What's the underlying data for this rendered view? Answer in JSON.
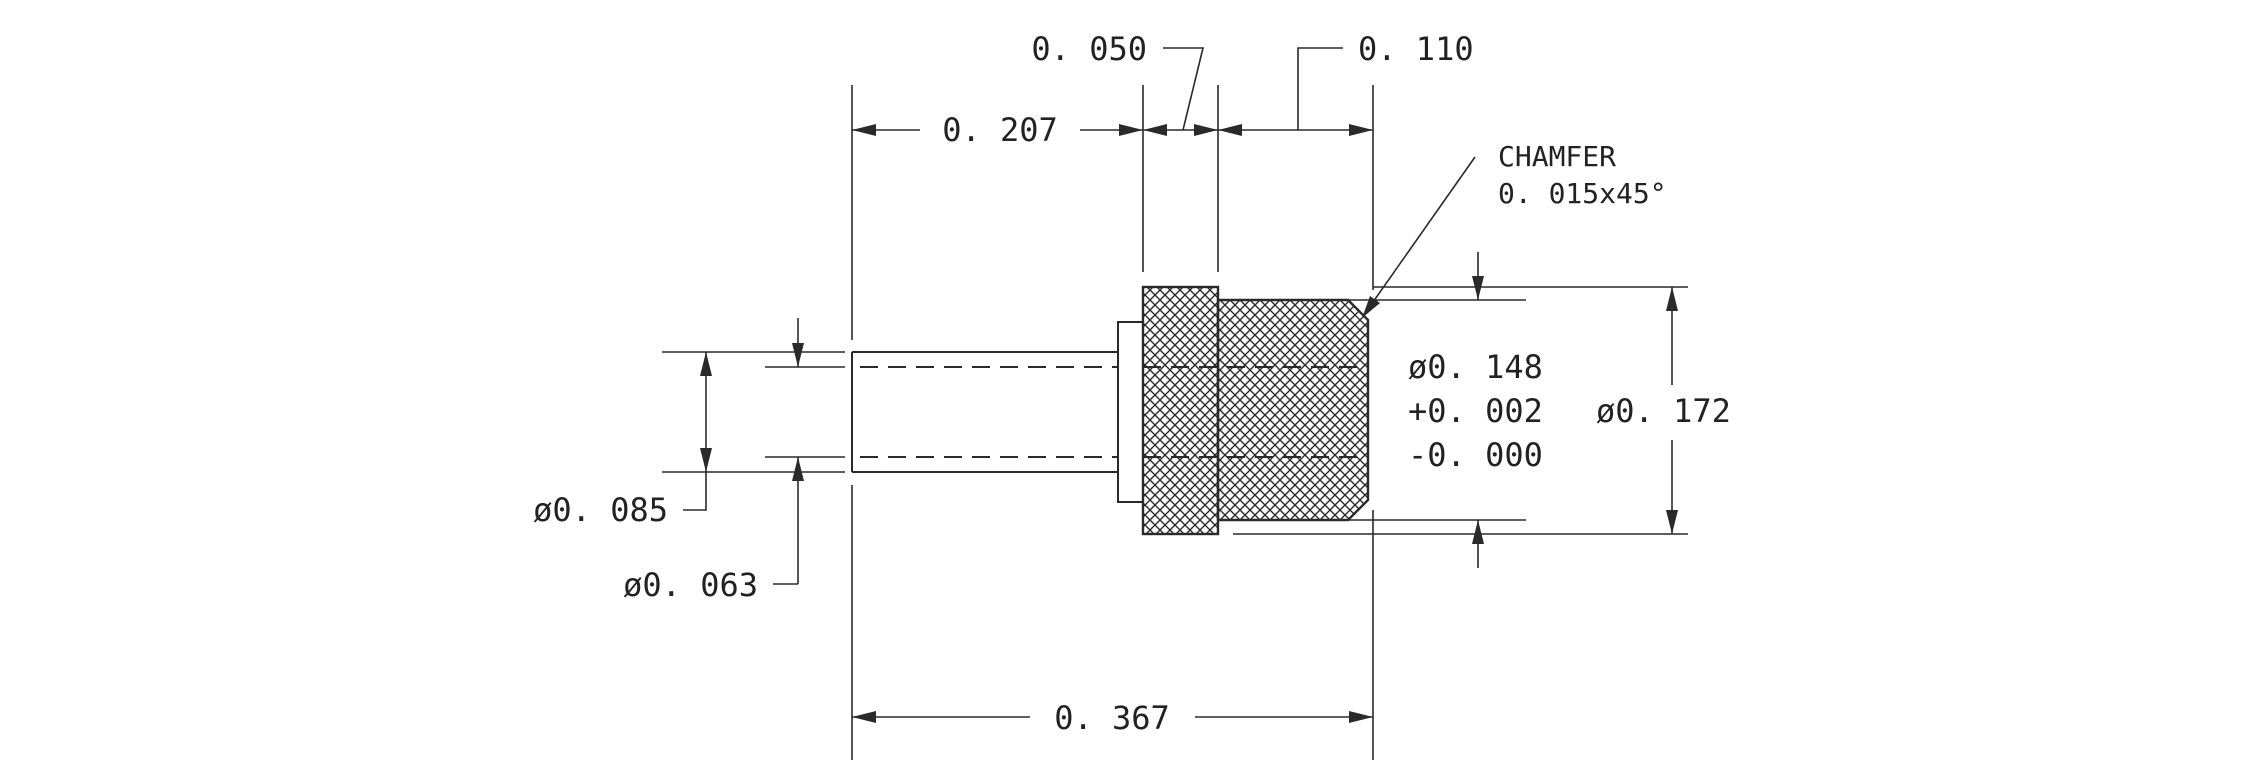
{
  "dimensions": {
    "d050": "0. 050",
    "d110": "0. 110",
    "d207": "0. 207",
    "d367": "0. 367",
    "dia085": "ø0. 085",
    "dia063": "ø0. 063",
    "dia172": "ø0. 172",
    "dia148": "ø0. 148",
    "tol_plus": "+0. 002",
    "tol_minus": "-0. 000"
  },
  "chamfer": {
    "title": "CHAMFER",
    "spec": "0. 015x45°"
  },
  "colors": {
    "line": "#2a2a2a",
    "text": "#222222",
    "paper": "#ffffff"
  }
}
